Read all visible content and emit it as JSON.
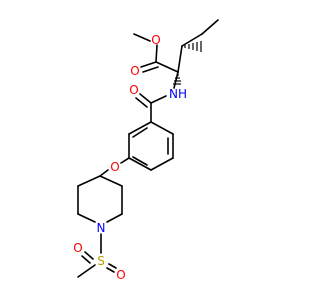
{
  "molecule": {
    "atoms": {
      "o_methoxy": "O",
      "o_carbonyl_ester": "O",
      "nh_amide": "NH",
      "o_carbonyl_amide": "O",
      "o_ether": "O",
      "n_piperidine": "N",
      "s_sulfonyl": "S",
      "o_sulfonyl_left": "O",
      "o_sulfonyl_right": "O"
    }
  },
  "colors": {
    "bond": "#000000",
    "oxygen": "#ff0000",
    "nitrogen": "#0000ff",
    "sulfur": "#b3a000"
  }
}
